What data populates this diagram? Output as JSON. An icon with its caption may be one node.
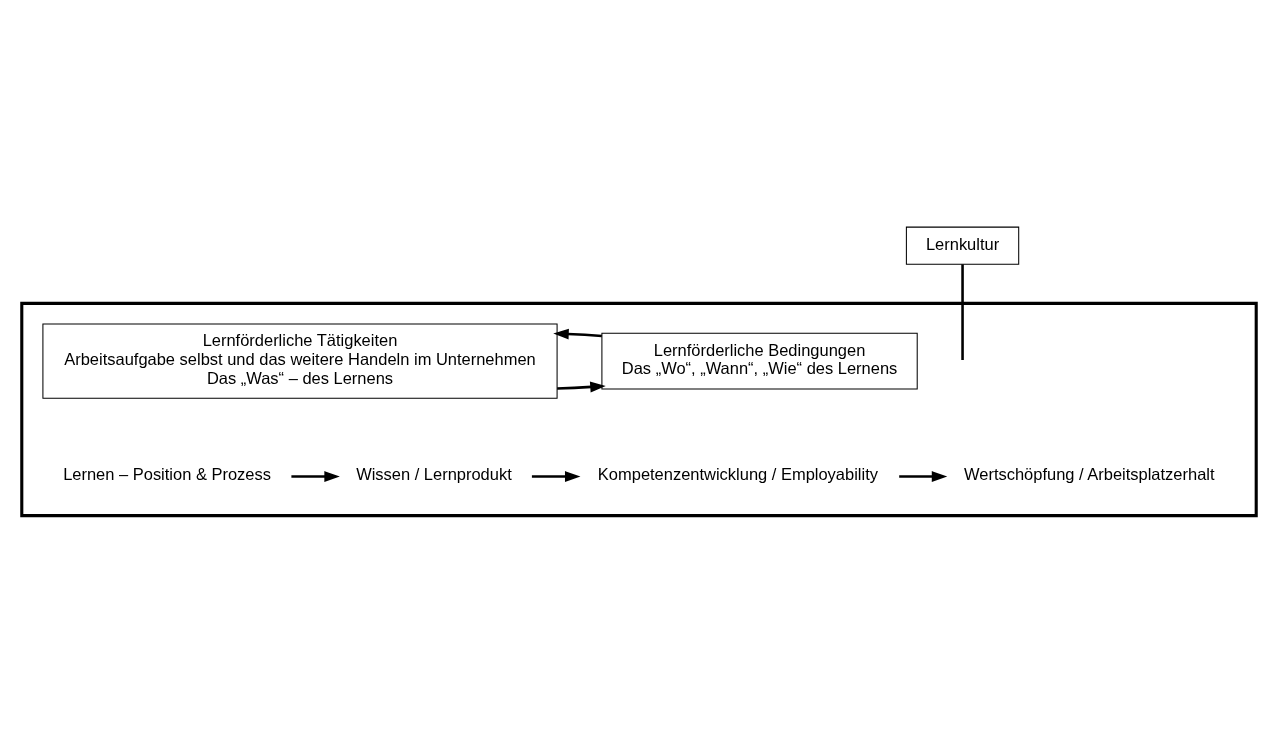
{
  "diagram": {
    "nodes": [
      {
        "text": [
          "Lernkultur"
        ]
      },
      {
        "text": [],
        "shape": "box"
      },
      {
        "text": [
          "Lernförderliche Tätigkeiten",
          "Arbeitsaufgabe selbst und das weitere Handeln im Unternehmen",
          "Das „Was“ – des Lernens"
        ],
        "in": 1
      },
      {
        "text": [
          "Lernförderliche Bedingungen",
          "Das „Wo“, „Wann“, „Wie“ des Lernens"
        ],
        "in": 1
      },
      {
        "text": [
          "Lernen – Position & Prozess"
        ],
        "in": 1
      },
      {
        "text": [
          "Wissen / Lernprodukt"
        ],
        "in": 1
      },
      {
        "text": [
          "Kompetenzentwicklung / Employability"
        ],
        "in": 1
      },
      {
        "text": [
          "Wertschöpfung / Arbeitsplatzerhalt"
        ],
        "in": 1
      }
    ],
    "edges": [
      {
        "from": 0,
        "to": null,
        "arrow": "none"
      },
      {
        "from": 2,
        "to": 3,
        "arrow": "to"
      },
      {
        "from": 3,
        "to": 2,
        "arrow": "to"
      },
      {
        "from": 4,
        "to": 5,
        "arrow": "to"
      },
      {
        "from": 5,
        "to": 6,
        "arrow": "to"
      },
      {
        "from": 6,
        "to": 7,
        "arrow": "to"
      }
    ]
  }
}
